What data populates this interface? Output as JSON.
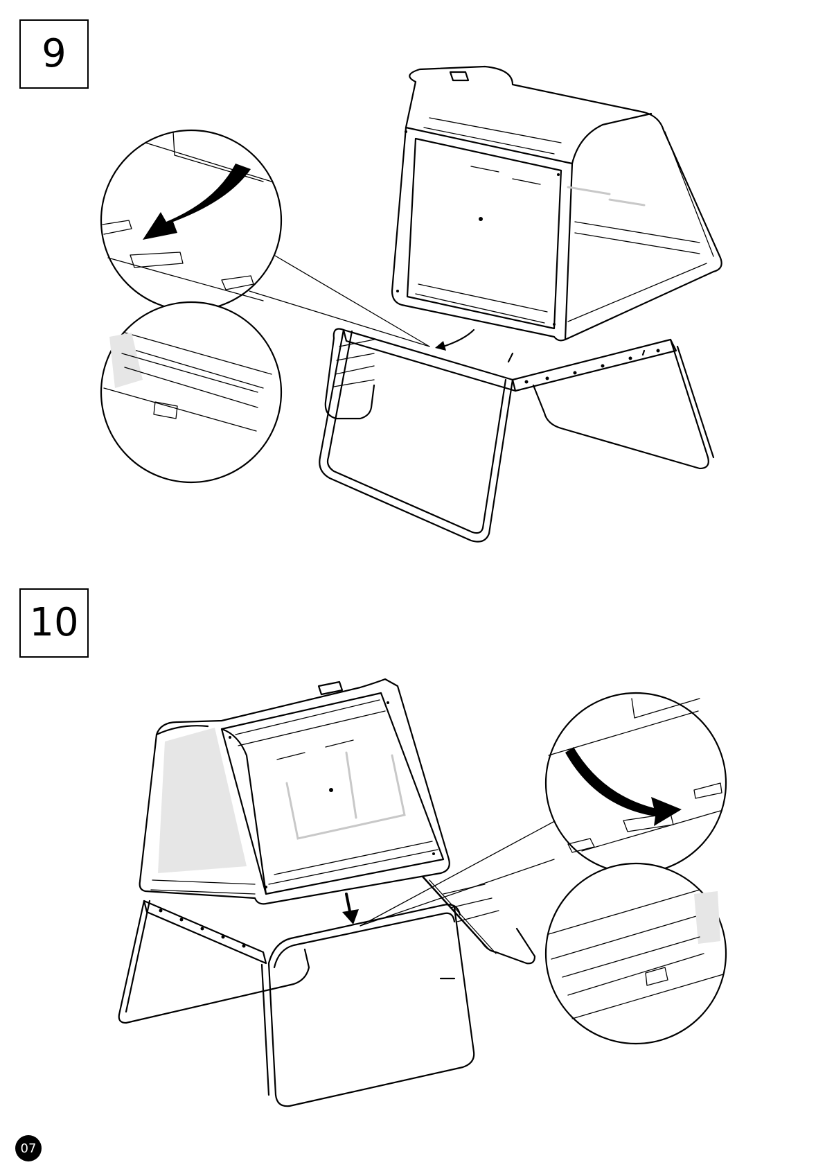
{
  "steps": [
    {
      "number": "9"
    },
    {
      "number": "10"
    }
  ],
  "page_number": "07",
  "illustrations": {
    "step9": {
      "icon": "chair-assembly-step9-illustration",
      "detail_icons": [
        "tab-press-arrow-icon",
        "tab-locked-detail-icon"
      ]
    },
    "step10": {
      "icon": "chair-assembly-step10-illustration",
      "detail_icons": [
        "tab-press-arrow-icon",
        "tab-locked-detail-icon"
      ]
    }
  }
}
